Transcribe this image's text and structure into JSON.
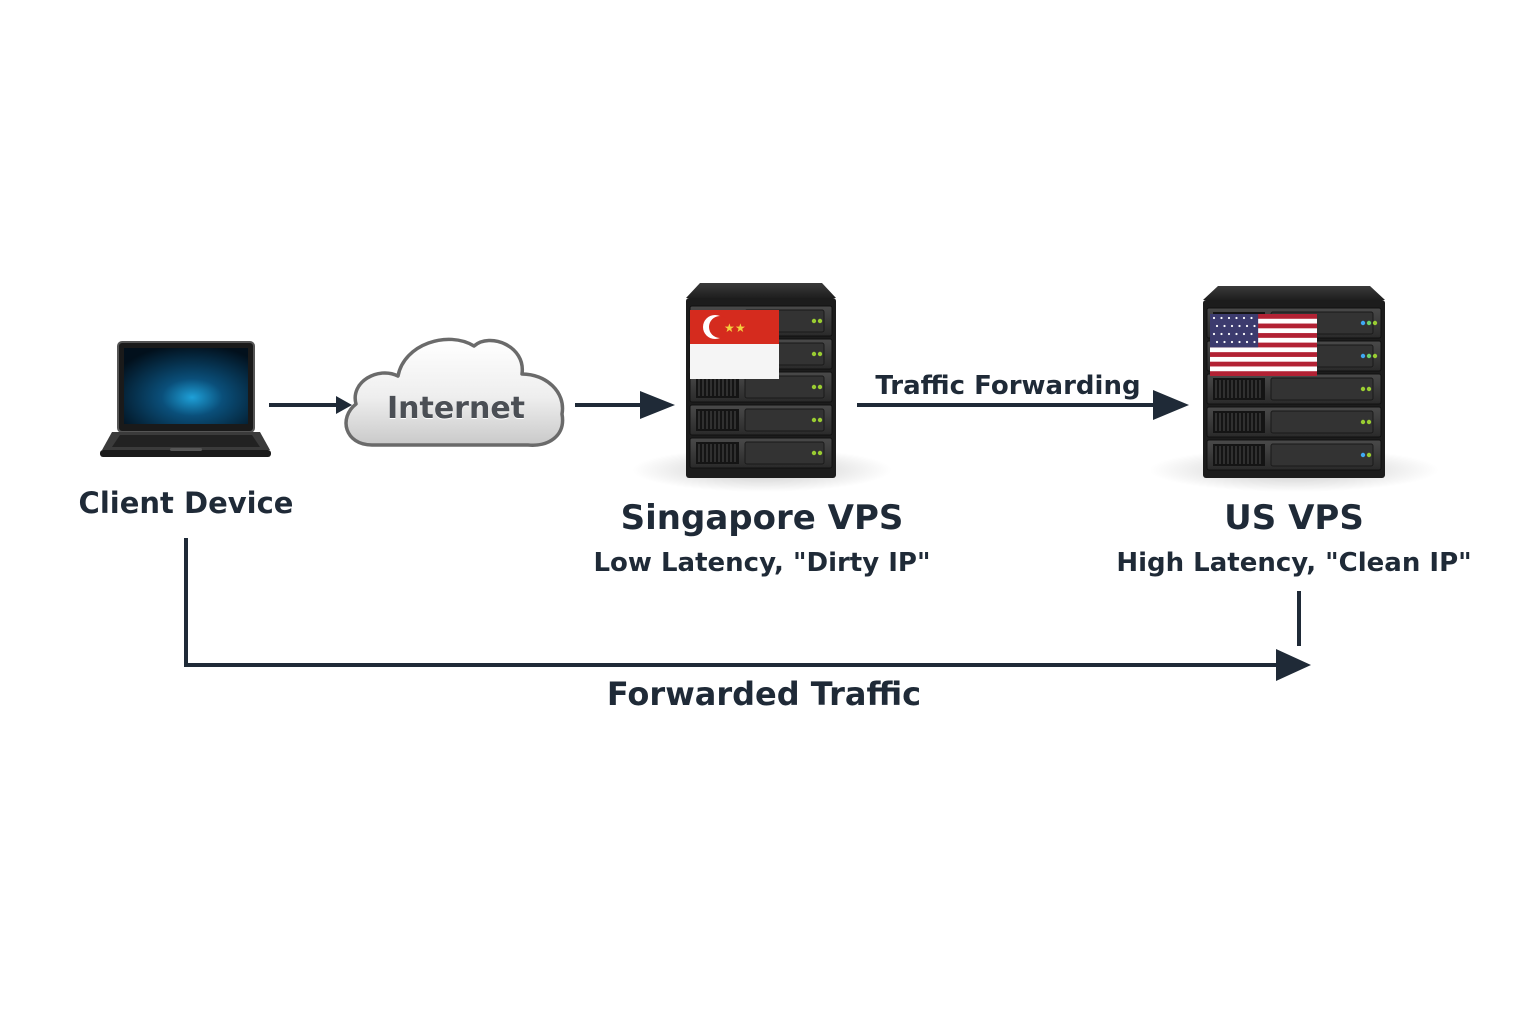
{
  "nodes": {
    "client": {
      "label": "Client Device"
    },
    "internet": {
      "label": "Internet"
    },
    "singapore": {
      "title": "Singapore VPS",
      "subtitle": "Low Latency, \"Dirty IP\""
    },
    "us": {
      "title": "US VPS",
      "subtitle": "High Latency, \"Clean IP\""
    }
  },
  "edges": {
    "traffic_forwarding": "Traffic Forwarding",
    "forwarded_traffic": "Forwarded Traffic"
  },
  "colors": {
    "text": "#1f2a37",
    "arrow": "#1f2a37",
    "server_body": "#2b2b2b",
    "led": "#9acd32",
    "sg_red": "#d52b1e",
    "us_red": "#b22234",
    "us_blue": "#3c3b6e"
  },
  "icons": {
    "client": "laptop-icon",
    "internet": "cloud-icon",
    "singapore": "server-icon",
    "us": "server-icon",
    "singapore_flag": "singapore-flag-icon",
    "us_flag": "us-flag-icon"
  }
}
